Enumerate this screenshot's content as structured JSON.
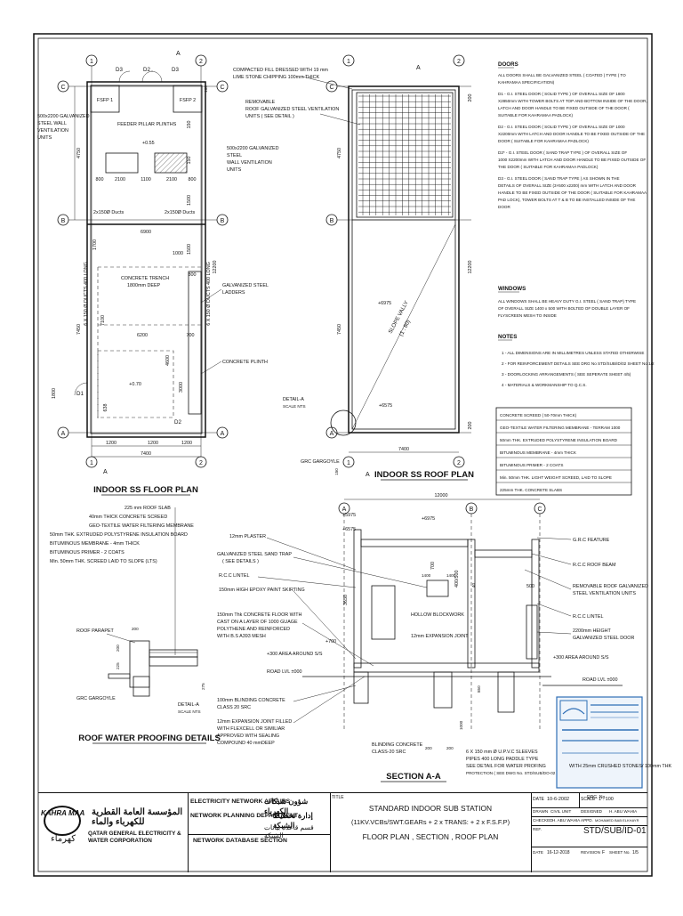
{
  "plan": {
    "title": "INDOOR SS FLOOR PLAN",
    "grid_cols": [
      "1",
      "2"
    ],
    "grid_rows": [
      "A",
      "B",
      "C"
    ],
    "section_marks": [
      "A",
      "A"
    ],
    "doors": [
      "D3",
      "D2",
      "D3",
      "D1",
      "D2"
    ],
    "rooms": [
      "FSFP 1",
      "FSFP 2"
    ],
    "labels": {
      "vent": "500x2200 GALVANIZED STEEL WALL VENTILATION UNITS",
      "plinths": "FEEDER PILLAR PLINTHS",
      "vent2": "500x2200 GALVANIZED STEEL WALL VENTILATION UNITS",
      "ducts_l": "2x150Ø Ducts",
      "ducts_r": "2x150Ø Ducts",
      "trench": "CONCRETE TRENCH 1800mm DEEP",
      "ladders": "GALVANIZED STEEL LADDERS",
      "plinth": "CONCRETE PLINTH",
      "ducts_v_l": "6 X 150 Ø DUCTS 400 LONG",
      "ducts_v_r": "6 X 150 Ø DUCTS 400 LONG",
      "level": "+0.70",
      "level2": "+0.55"
    },
    "dims": [
      "4750",
      "7450",
      "12200",
      "1200",
      "1200",
      "1200",
      "7400",
      "6900",
      "6200",
      "700",
      "1700",
      "7100",
      "4600",
      "3000",
      "1800",
      "638",
      "2100",
      "1100",
      "2100",
      "800",
      "800",
      "150",
      "1500",
      "1000",
      "800",
      "1500",
      "150",
      "100"
    ]
  },
  "roof": {
    "title": "INDOOR SS ROOF PLAN",
    "fill_label": "COMPACTED FILL DRESSED WITH 19 mm LIME STONE CHIPPING 100mm THICK",
    "vent_label": "REMOVABLE ROOF GALVANIZED STEEL VENTILATION UNITS ( SEE DETAIL )",
    "slope": "SLOPE VALLY (1 : 80)",
    "levels": [
      "+6975",
      "+6575"
    ],
    "detail": "DETAIL-A SCALE NTS",
    "gargoyle": "GRC GARGOYLE",
    "dims": [
      "4750",
      "7450",
      "12200",
      "200",
      "200",
      "7400",
      "150"
    ]
  },
  "notes": {
    "doors_title": "DOORS",
    "doors": [
      "ALL DOORS SHALL BE GALVANIZED STEEL ( COATED ) TYPE ( TO KAHRAMAA SPECIFICATION)",
      "D1 - G.I. STEEL DOOR ( SOLID TYPE ) OF OVERALL SIZE OF 1800 X2850mm WITH TOWER BOLTS AT TOP AND BOTTOM INSIDE OF THE DOOR, LATCH AND DOOR HANDLE TO BE FIXED OUTSIDE OF THE DOOR ( SUITABLE FOR KAHRAMAA PADLOCK)",
      "D2 - G.I. STEEL DOOR ( SOLID TYPE ) OF OVERALL SIZE OF 1000 X2200mm WITH LATCH AND DOOR HANDLE TO BE FIXED OUTSIDE OF THE DOOR ( SUITABLE FOR KAHRAMAA PADLOCK)",
      "D2* - G.I. STEEL DOOR ( SAND TRAP TYPE ) OF OVERALL SIZE OF 1000 X2200mm WITH LATCH AND DOOR HANDLE TO BE FIXED OUTSIDE OF THE DOOR ( SUITABLE FOR KAHRAMAA PADLOCK)",
      "D3 - G.I. STEEL DOOR ( SAND TRAP TYPE ) AS SHOWN IN THE DETAILS OF OVERALL SIZE (3×500 x2200) mm WITH LATCH AND DOOR HANDLE TO BE FIXED OUTSIDE OF THE DOOR ( SUITABLE FOR KAHRAMAA PAD LOCK), TOWER BOLTS AT T & B TO BE INSTALLED INSIDE OF THE DOOR"
    ],
    "windows_title": "WINDOWS",
    "windows": "ALL WINDOWS SHALL BE HEAVY DUTY G.I. STEEL ( SAND TRAP) TYPE OF OVERALL SIZE 1400 x 500 WITH BOLTED OF DOUBLE LAYER OF FLYSCREEN MESH TO INSIDE",
    "notes_title": "NOTES",
    "notes": [
      "1 - ALL DIMENSIONS ARE IN MILLIMETRES UNLESS STATED OTHERWISE",
      "2 - FOR REINFORCEMENT DETAILS SEE DRG No STD/SUB/ID/02 SHEET No 1/2",
      "3 - DOORLOCKING ARRANGEMENTS ( SEE SEPERATE SHEET 4/5)",
      "4 - MATERIALS & WORKMANSHIP TO Q.C.S."
    ],
    "roof_layers": [
      "CONCRETE SCREED ( 50-70mm THICK)",
      "GEO-TEXTILE WATER FILTERING MEMBRANE - TERRAM 1000",
      "50mm THK. EXTRUDED POLYSTYRENE INSULATION BOARD",
      "BITUMINOUS MEMBRANE - 4mm THICK",
      "BITUMINOUS PRIMER - 2 COATS",
      "Min. 50mm THK. LIGHT WEIGHT SCREED, LAID TO SLOPE",
      "225mm THK. CONCRETE SLABS"
    ]
  },
  "waterproof": {
    "title": "ROOF WATER PROOFING DETAILS",
    "layers": [
      "225 mm ROOF SLAB",
      "40mm THICK CONCRETE SCREED",
      "GEO-TEXTILE WATER FILTERING MEMBRANE",
      "50mm THK. EXTRUDED POLYSTYRENE INSULATION BOARD",
      "BITUMINOUS MEMBRANE - 4mm THICK",
      "BITUMINOUS PRIMER - 2 COATS",
      "Min. 50mm THK. SCREED LAID TO SLOPE (LTS)"
    ],
    "parapet": "ROOF PARAPET",
    "gargoyle": "GRC GARGOYLE",
    "detail": "DETAIL-A SCALE NTS",
    "dims": [
      "200",
      "200",
      "225",
      "275"
    ]
  },
  "section": {
    "title": "SECTION A-A",
    "levels": [
      "+5975",
      "+6975",
      "+6575",
      "+700",
      "+300 AREA AROUND S/S",
      "ROAD LVL ±000",
      "+300 AREA AROUND S/S",
      "ROAD LVL ±000"
    ],
    "left": [
      "12mm PLASTER",
      "GALVANIZED STEEL SAND TRAP ( SEE DETAILS )",
      "R.C.C LINTEL",
      "150mm HIGH EPOXY PAINT SKIRTING",
      "150mm Thk CONCRETE FLOOR WITH CAST ON A LAYER OF 1000 GUAGE POLYTHENE AND REINFORCED WITH B.S A393 MESH",
      "100mm BLINDING CONCRETE CLASS 20 SRC",
      "12mm EXPANSION JOINT FILLED WITH FLEXCELL OR SIMILIAR APPROVED WITH SEALING COMPOUND 40 mmDEEP"
    ],
    "mid": [
      "HOLLOW BLOCKWORK",
      "12mm EXPANSION JOINT",
      "BLINDING CONCRETE CLASS-20 SRC",
      "6 X 150 mm Ø U.P.V.C SLEEVES PIPES 400 LONG PADDLE TYPE SEE DETAIL FOR WATER PROFING PROTECTION ( SEE DWG No. STD/SUB/DO-02 SHT-2 OF 2)"
    ],
    "right": [
      "G.R.C FEATURE",
      "R.C.C ROOF BEAM",
      "REMOVABLE ROOF GALVANIZED STEEL VENTILATION UNITS",
      "R.C.C LINTEL",
      "2200mm HEIGHT GALVANIZED STEEL DOOR"
    ],
    "dims": [
      "12000",
      "1400",
      "1400",
      "3650",
      "700",
      "400/500",
      "500",
      "40",
      "850",
      "1000",
      "200",
      "200"
    ]
  },
  "stamp": {
    "text": "WITH 25mm CRUSHED STONES/ 100mm THK"
  },
  "titleblock": {
    "org_en": "QATAR GENERAL ELECTRICITY & WATER CORPORATION",
    "org_ar": "المؤسسة العامة القطرية للكهرباء والماء",
    "brand_left": "KAHRA",
    "brand_right": "MAA",
    "brand_ar": "كهرماء",
    "dept1": "ELECTRICITY NETWORK AFFAIRS",
    "dept2": "NETWORK PLANNING DEPARTMENT",
    "dept3": "NETWORK DATABASE SECTION",
    "dept1_ar": "شؤون شبكات الكهرباء",
    "dept2_ar": "إدارة تخطيط الشبكة",
    "dept3_ar": "قسم قاعدة بيانات الشبكة",
    "title_lbl": "TITLE",
    "title1": "STANDARD INDOOR SUB STATION",
    "title2": "(11KV.VCBs/SWT.GEARs + 2 x TRANS: + 2 x F.S.F.P)",
    "title3": "FLOOR PLAN ,  SECTION , ROOF PLAN",
    "date_lbl": "DATE",
    "date": "10-6-2002",
    "scale_lbl": "SCALE",
    "scale": "1 : 100",
    "drg_lbl": "DRG. No.",
    "drawn_lbl": "DRAWN",
    "drawn": "CIVIL UNIT",
    "designed_lbl": "DESIGNED",
    "designed": "H. ABU WAHIA",
    "checked_lbl": "CHECKED",
    "checked": "H. ABU WAHIA",
    "appd_lbl": "APPD.",
    "appd": "MOHAMED BAB ELKHAYR",
    "drg_no": "STD/SUB/ID-01",
    "ref_lbl": "REF.",
    "date2_lbl": "DATE",
    "date2": "16-12-2018",
    "revision_lbl": "REVISION",
    "revision": "F",
    "sheet_lbl": "SHEET No.",
    "sheet": "1/5"
  }
}
